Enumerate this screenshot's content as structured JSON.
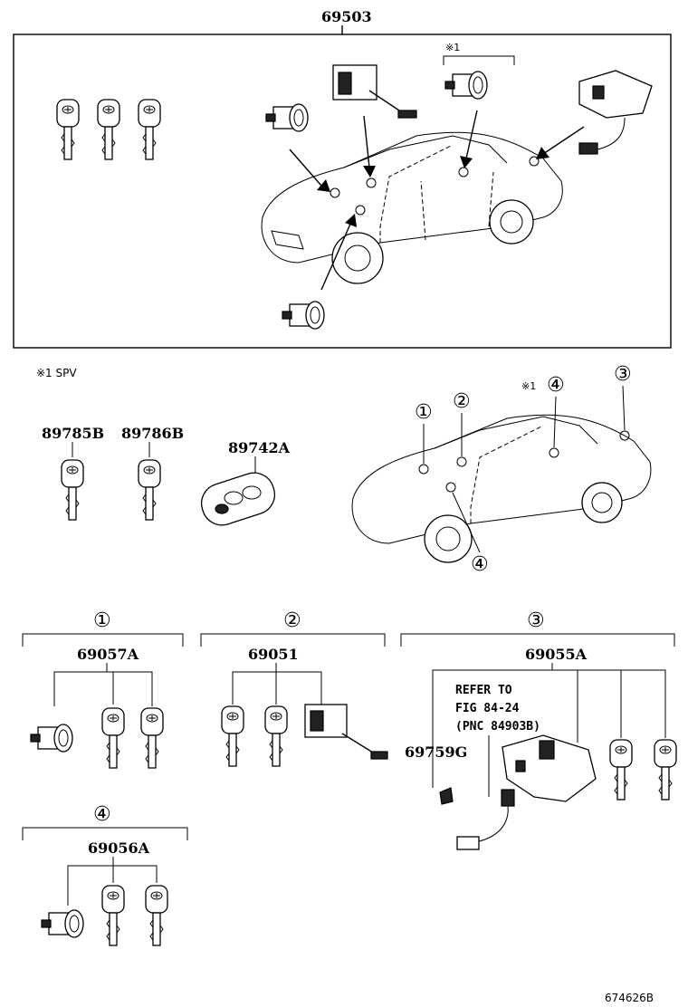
{
  "labels": {
    "top_assembly": "69503",
    "note_marker": "※1",
    "note_text": "※1 SPV",
    "key_left": "89785B",
    "key_right": "89786B",
    "remote": "89742A",
    "callout_1": "①",
    "callout_2": "②",
    "callout_3": "③",
    "callout_4": "④",
    "set1_part": "69057A",
    "set2_part": "69051",
    "set3_part": "69055A",
    "set4_part": "69056A",
    "refer_line1": "REFER TO",
    "refer_line2": "FIG 84-24",
    "refer_line3": "(PNC 84903B)",
    "bracket_part": "69759G",
    "figure_id": "674626B"
  }
}
